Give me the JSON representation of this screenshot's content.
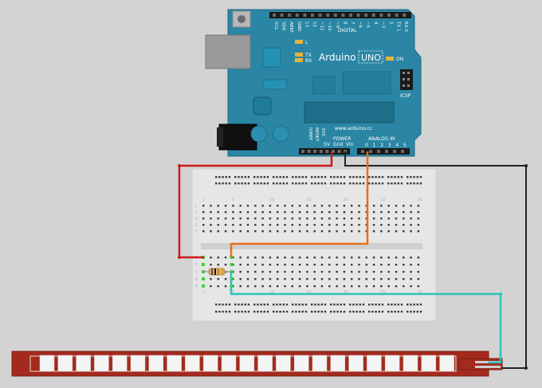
{
  "board": {
    "brand": "Arduino",
    "model": "UNO",
    "url": "www.arduino.cc",
    "digital_label": "DIGITAL",
    "power_label": "POWER",
    "analog_label": "ANALOG IN",
    "on_label": "ON",
    "icsp_label": "ICSP",
    "led_l": "L",
    "led_tx": "TX",
    "led_rx": "RX",
    "top_pins": [
      "SCL",
      "SDA",
      "AREF",
      "GND",
      "13",
      "12",
      "~11",
      "~10",
      "~9",
      "8",
      "7",
      "~6",
      "~5",
      "4",
      "~3",
      "2",
      "TX 1",
      "RX 0"
    ],
    "power_pins": [
      "IOREF",
      "RESET",
      "3V3",
      "5V",
      "Gnd",
      "Vin"
    ],
    "analog_pins": [
      "0",
      "1",
      "2",
      "3",
      "4",
      "5"
    ]
  },
  "breadboard": {
    "column_numbers": [
      "1",
      "5",
      "10",
      "15",
      "20",
      "25",
      "30"
    ],
    "row_letters_top": [
      "J",
      "I",
      "H",
      "G",
      "F"
    ],
    "row_letters_bottom": [
      "E",
      "D",
      "C",
      "B",
      "A"
    ]
  },
  "wire_colors": {
    "power": "#cc1a1a",
    "ground": "#222222",
    "signal": "#e8701c",
    "sensor": "#2ec4b6"
  },
  "colors": {
    "board": "#2a86a4",
    "board_dark": "#1d6f8a",
    "breadboard": "#e6e6e6",
    "flex_sensor": "#a52a1e"
  }
}
